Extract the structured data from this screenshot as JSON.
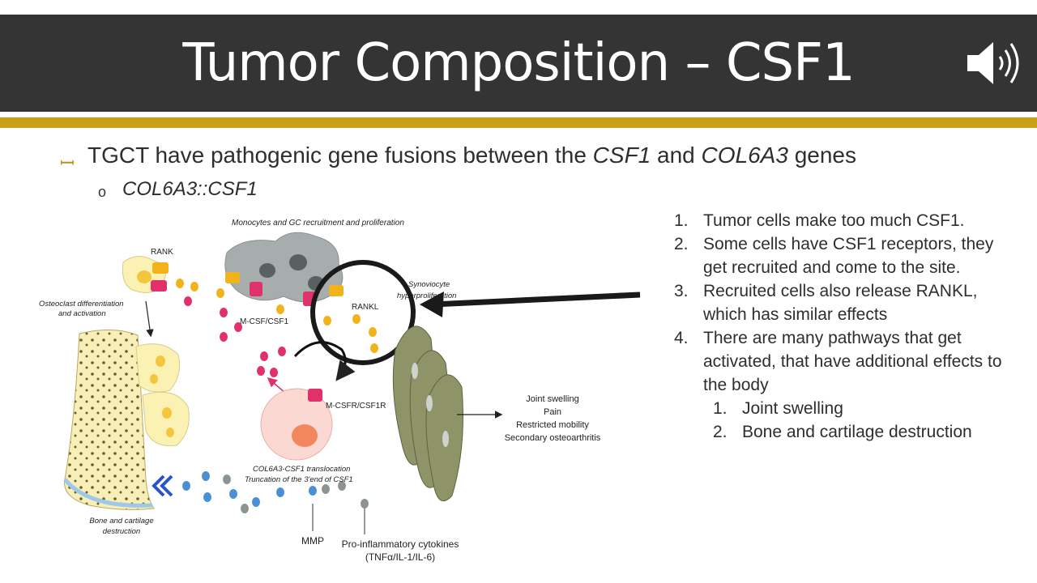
{
  "header": {
    "title": "Tumor Composition – CSF1",
    "audio_icon": "speaker-icon"
  },
  "bullet": {
    "glyph": "ꟷ",
    "text_pre": "TGCT have pathogenic gene fusions between the ",
    "gene1": "CSF1",
    "text_mid": " and ",
    "gene2": "COL6A3",
    "text_post": " genes"
  },
  "sub_bullet": {
    "glyph": "o",
    "text": "COL6A3::CSF1"
  },
  "steps": [
    {
      "num": "1.",
      "text": "Tumor cells make too much CSF1."
    },
    {
      "num": "2.",
      "text": "Some cells have CSF1 receptors, they get recruited and come to the site."
    },
    {
      "num": "3.",
      "text": "Recruited cells also release RANKL, which has similar effects"
    },
    {
      "num": "4.",
      "text": "There are many pathways that get activated, that have additional effects to the body"
    }
  ],
  "sub_steps": [
    {
      "num": "1.",
      "text": "Joint swelling"
    },
    {
      "num": "2.",
      "text": "Bone and cartilage destruction"
    }
  ],
  "diagram": {
    "monocytes_label": "Monocytes and GC recruitment and proliferation",
    "rank_label": "RANK",
    "osteoclast_label_1": "Osteoclast differentiation",
    "osteoclast_label_2": "and activation",
    "synoviocyte_label_1": "Synoviocyte",
    "synoviocyte_label_2": "hyperproliferation",
    "rankl_label": "RANKL",
    "mcsf_label": "M-CSF/CSF1",
    "mcsfr_label": "M-CSFR/CSF1R",
    "symptoms": [
      "Joint swelling",
      "Pain",
      "Restricted mobility",
      "Secondary osteoarthritis"
    ],
    "translocation_1": "COL6A3-CSF1 translocation",
    "translocation_2": "Truncation of the 3'end of CSF1",
    "bone_label_1": "Bone and cartilage",
    "bone_label_2": "destruction",
    "mmp_label": "MMP",
    "cytokines_1": "Pro-inflammatory cytokines",
    "cytokines_2": "(TNFα/IL-1/IL-6)"
  },
  "colors": {
    "title_bar": "#343434",
    "gold_bar": "#c9a016",
    "csf1_dot": "#e0316a",
    "rankl_dot": "#f2b21b",
    "mmp_dot": "#4a8fd6",
    "cytokine_dot": "#8b9491"
  }
}
